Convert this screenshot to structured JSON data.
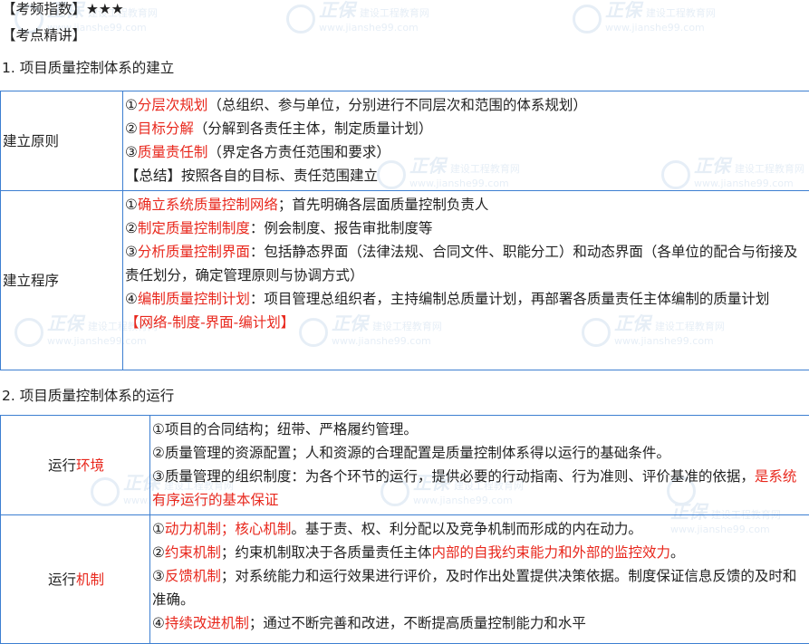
{
  "header": {
    "frequency": "【考频指数】★★★",
    "section_label": "【考点精讲】"
  },
  "section1": {
    "title": "1. 项目质量控制体系的建立",
    "rows": [
      {
        "label": "建立原则",
        "lines": [
          {
            "prefix": "①",
            "red": "分层次规划",
            "rest": "（总组织、参与单位，分别进行不同层次和范围的体系规划）"
          },
          {
            "prefix": "②",
            "red": "目标分解",
            "rest": "（分解到各责任主体，制定质量计划）"
          },
          {
            "prefix": "③",
            "red": "质量责任制",
            "rest": "（界定各方责任范围和要求）"
          },
          {
            "prefix": "",
            "red": "",
            "rest": "【总结】按照各自的目标、责任范围建立"
          }
        ]
      },
      {
        "label": "建立程序",
        "lines": [
          {
            "prefix": "①",
            "red": "确立系统质量控制网络",
            "rest": "；首先明确各层面质量控制负责人"
          },
          {
            "prefix": "②",
            "red": "制定质量控制制度",
            "rest": "：例会制度、报告审批制度等"
          },
          {
            "prefix": "③",
            "red": "分析质量控制界面",
            "rest": "：包括静态界面（法律法规、合同文件、职能分工）和动态界面（各单位的配合与衔接及责任划分，确定管理原则与协调方式）"
          },
          {
            "prefix": "④",
            "red": "编制质量控制计划",
            "rest": "：项目管理总组织者，主持编制总质量计划，再部署各质量责任主体编制的质量计划"
          },
          {
            "prefix": "",
            "red": "【网络-制度-界面-编计划】",
            "rest": ""
          }
        ]
      }
    ]
  },
  "section2": {
    "title": "2. 项目质量控制体系的运行",
    "rows": [
      {
        "label_plain": "运行",
        "label_red": "环境",
        "lines": [
          {
            "prefix": "①项目的合同结构；纽带、严格履约管理。",
            "red": "",
            "rest": ""
          },
          {
            "prefix": "②质量管理的资源配置；人和资源的合理配置是质量控制体系得以运行的基础条件。",
            "red": "",
            "rest": ""
          },
          {
            "prefix": "③质量管理的组织制度：为各个环节的运行，提供必要的行动指南、行为准则、评价基准的依据，",
            "red": "是系统有序运行的基本保证",
            "rest": ""
          }
        ]
      },
      {
        "label_plain": "运行",
        "label_red": "机制",
        "lines": [
          {
            "prefix": "①",
            "red": "动力机制；核心机制",
            "rest": "。基于责、权、利分配以及竞争机制而形成的内在动力。"
          },
          {
            "prefix": "②",
            "red": "约束机制",
            "rest": "；约束机制取决于各质量责任主体",
            "red2": "内部的自我约束能力和外部的监控效力",
            "rest2": "。"
          },
          {
            "prefix": "③",
            "red": "反馈机制",
            "rest": "；对系统能力和运行效果进行评价，及时作出处置提供决策依据。制度保证信息反馈的及时和准确。"
          },
          {
            "prefix": "④",
            "red": "持续改进机制",
            "rest": "；通过不断完善和改进，不断提高质量控制能力和水平"
          }
        ]
      }
    ]
  },
  "watermark": {
    "brand": "正保",
    "subtitle": "建设工程教育网",
    "url": "www.jianshe99.com"
  }
}
